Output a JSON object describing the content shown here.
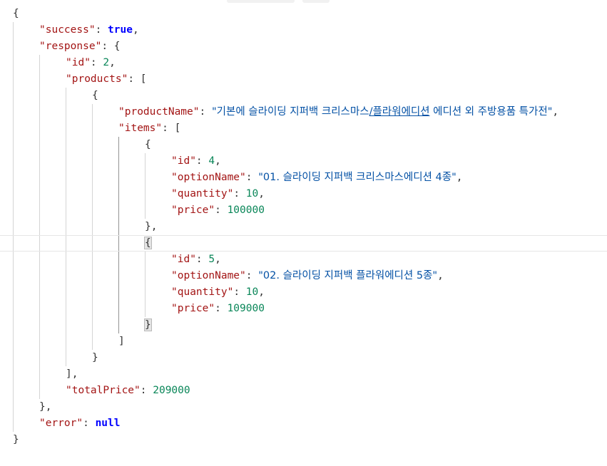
{
  "editor": {
    "language": "json",
    "active_line": 15,
    "colors": {
      "key": "#a31515",
      "string": "#0451a5",
      "number": "#098658",
      "keyword": "#0000ff",
      "punctuation": "#333333",
      "indent_guide": "#d4d4d4",
      "active_indent_guide": "#939393"
    },
    "lines": [
      "{",
      "\"success\": true,",
      "\"response\": {",
      "\"id\": 2,",
      "\"products\": [",
      "{",
      "\"productName\": \"기본에 슬라이딩 지퍼백 크리스마스/플라워에디션 에디션 외 주방용품 특가전\",",
      "\"items\": [",
      "{",
      "\"id\": 4,",
      "\"optionName\": \"01. 슬라이딩 지퍼백 크리스마스에디션 4종\",",
      "\"quantity\": 10,",
      "\"price\": 100000",
      "},",
      "{",
      "\"id\": 5,",
      "\"optionName\": \"02. 슬라이딩 지퍼백 플라워에디션 5종\",",
      "\"quantity\": 10,",
      "\"price\": 109000",
      "}",
      "]",
      "}",
      "],",
      "\"totalPrice\": 209000",
      "},",
      "\"error\": null",
      "}"
    ]
  }
}
